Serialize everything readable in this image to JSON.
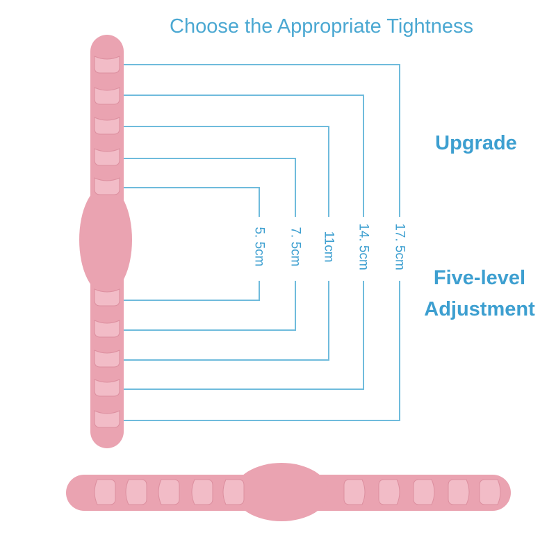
{
  "title": "Choose the Appropriate Tightness",
  "badge_upgrade": "Upgrade",
  "badge_adjust_line1": "Five-level",
  "badge_adjust_line2": "Adjustment",
  "levels": [
    {
      "label": "5. 5cm"
    },
    {
      "label": "7. 5cm"
    },
    {
      "label": "11cm"
    },
    {
      "label": "14. 5cm"
    },
    {
      "label": "17. 5cm"
    }
  ],
  "colors": {
    "strap": "#eaa3b1",
    "hook": "#f2bcc7",
    "line": "#6fbbdc",
    "text": "#3d9fd0"
  }
}
